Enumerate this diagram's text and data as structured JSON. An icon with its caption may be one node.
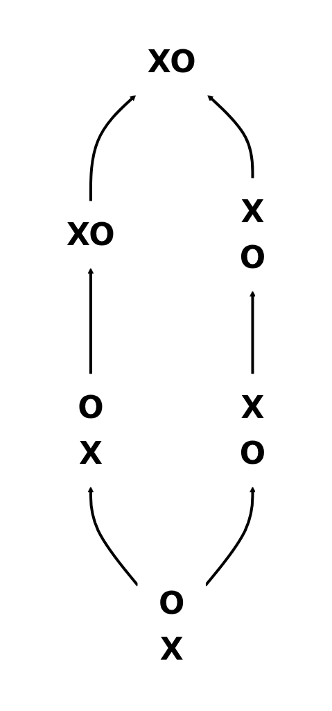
{
  "diagram": {
    "nodes": [
      {
        "text": [
          "XO"
        ]
      },
      {
        "text": [
          "XO"
        ]
      },
      {
        "text": [
          "O",
          "X"
        ]
      },
      {
        "text": [
          "X",
          "O"
        ]
      },
      {
        "text": [
          "O",
          "X"
        ]
      },
      {
        "text": [
          "X",
          "O"
        ]
      }
    ],
    "edges": [
      {
        "from": 0,
        "to": 1,
        "arrow": "to"
      },
      {
        "from": 2,
        "to": 0,
        "arrow": "to"
      },
      {
        "from": 3,
        "to": 1,
        "arrow": "to"
      },
      {
        "from": 4,
        "to": 2,
        "arrow": "to"
      },
      {
        "from": 5,
        "to": 3,
        "arrow": "to"
      },
      {
        "from": 4,
        "to": 5,
        "arrow": "to"
      }
    ]
  }
}
